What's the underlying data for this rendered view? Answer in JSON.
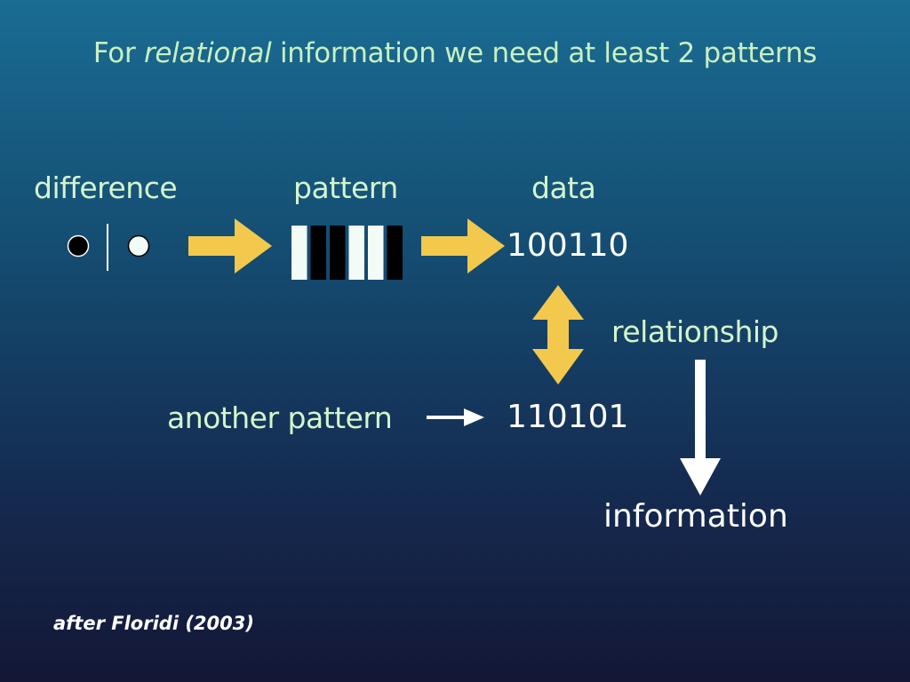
{
  "title": {
    "prefix": "For ",
    "emphasis": "relational",
    "suffix": " information we need at least 2 patterns"
  },
  "labels": {
    "difference": "difference",
    "pattern": "pattern",
    "data": "data",
    "relationship": "relationship",
    "another_pattern": "another pattern",
    "information": "information"
  },
  "data_values": {
    "first": "100110",
    "second": "110101"
  },
  "pattern_bars": [
    "white",
    "black",
    "black",
    "white",
    "white",
    "black"
  ],
  "credit": "after Floridi (2003)",
  "colors": {
    "title_text": "#c8f0c0",
    "label_text": "#d4f5cc",
    "arrow": "#f2c94c",
    "white": "#ffffff",
    "bar_light": "#f2fbf6",
    "bar_dark": "#000000"
  }
}
